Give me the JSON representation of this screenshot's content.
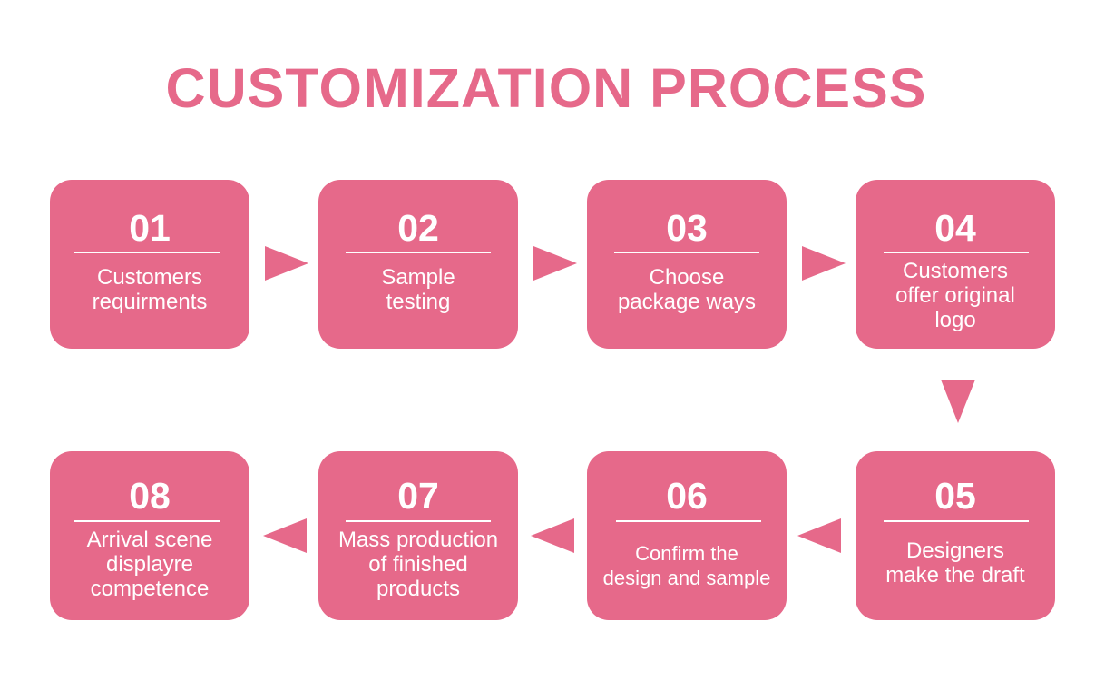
{
  "title": "CUSTOMIZATION PROCESS",
  "colors": {
    "accent": "#e6698a",
    "text_on_accent": "#ffffff",
    "background": "#ffffff"
  },
  "steps": [
    {
      "number": "01",
      "lines": [
        "Customers",
        "requirments"
      ]
    },
    {
      "number": "02",
      "lines": [
        "Sample",
        "testing"
      ]
    },
    {
      "number": "03",
      "lines": [
        "Choose",
        "package ways"
      ]
    },
    {
      "number": "04",
      "lines": [
        "Customers",
        "offer original",
        "logo"
      ]
    },
    {
      "number": "05",
      "lines": [
        "Designers",
        "make the draft"
      ]
    },
    {
      "number": "06",
      "lines": [
        "Confirm the",
        "design and sample"
      ]
    },
    {
      "number": "07",
      "lines": [
        "Mass production",
        "of finished",
        "products"
      ]
    },
    {
      "number": "08",
      "lines": [
        "Arrival scene",
        "displayre",
        "competence"
      ]
    }
  ],
  "connectors": [
    {
      "from": "01",
      "to": "02",
      "direction": "right"
    },
    {
      "from": "02",
      "to": "03",
      "direction": "right"
    },
    {
      "from": "03",
      "to": "04",
      "direction": "right"
    },
    {
      "from": "04",
      "to": "05",
      "direction": "down"
    },
    {
      "from": "05",
      "to": "06",
      "direction": "left"
    },
    {
      "from": "06",
      "to": "07",
      "direction": "left"
    },
    {
      "from": "07",
      "to": "08",
      "direction": "left"
    }
  ]
}
